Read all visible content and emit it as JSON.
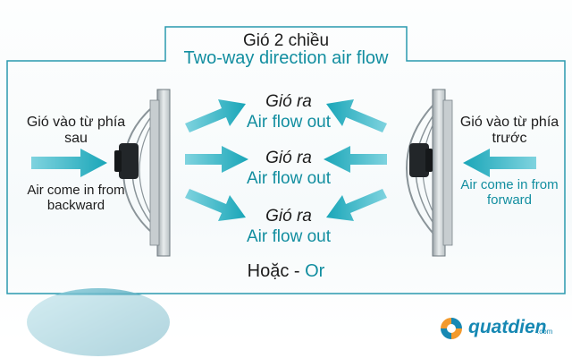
{
  "title": {
    "vietnamese": "Gió 2 chiều",
    "english": "Two-way direction air flow"
  },
  "outputs": [
    {
      "vietnamese": "Gió ra",
      "english": "Air flow out"
    },
    {
      "vietnamese": "Gió ra",
      "english": "Air flow out"
    },
    {
      "vietnamese": "Gió ra",
      "english": "Air flow out"
    }
  ],
  "left_fan": {
    "inlet_vietnamese": "Gió vào từ phía sau",
    "inlet_english": "Air come in from backward"
  },
  "right_fan": {
    "inlet_vietnamese": "Gió vào từ phía trước",
    "inlet_english": "Air come in from forward"
  },
  "divider": {
    "vietnamese": "Hoặc",
    "separator": " - ",
    "english": "Or"
  },
  "logo": {
    "name": "quatdien",
    "suffix": ".com"
  },
  "colors": {
    "arrow": "#1aa6b8",
    "frame": "#2a9aae",
    "text_teal": "#128ea0",
    "text_dark": "#1c1c1c"
  }
}
